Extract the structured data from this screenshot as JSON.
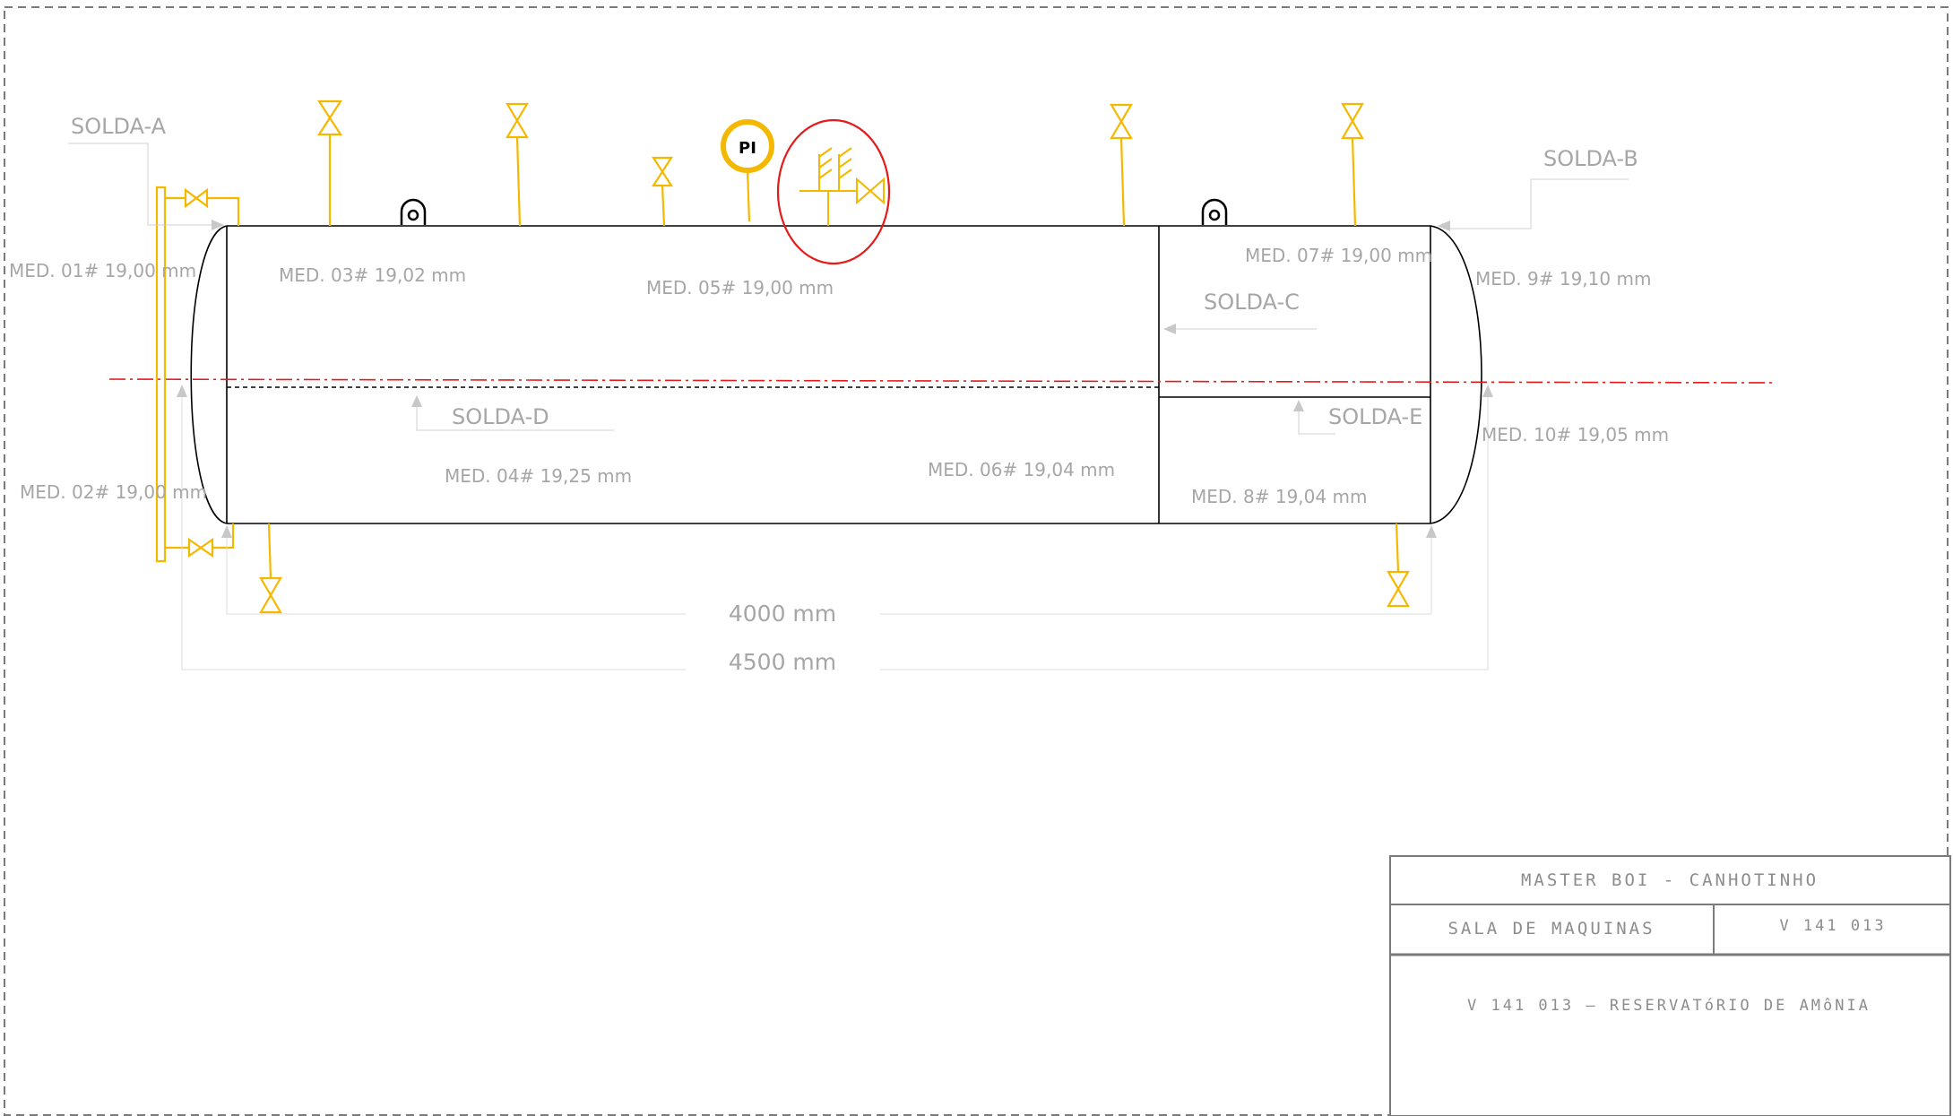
{
  "welds": {
    "a": "SOLDA-A",
    "b": "SOLDA-B",
    "c": "SOLDA-C",
    "d": "SOLDA-D",
    "e": "SOLDA-E"
  },
  "measurements": {
    "m01": "MED. 01# 19,00 mm",
    "m02": "MED. 02# 19,00 mm",
    "m03": "MED. 03# 19,02 mm",
    "m04": "MED. 04# 19,25 mm",
    "m05": "MED. 05# 19,00 mm",
    "m06": "MED. 06# 19,04 mm",
    "m07": "MED. 07# 19,00 mm",
    "m08": "MED. 8# 19,04 mm",
    "m09": "MED. 9# 19,10 mm",
    "m10": "MED. 10# 19,05 mm"
  },
  "dimensions": {
    "inner": "4000 mm",
    "overall": "4500 mm"
  },
  "gauge": {
    "label": "PI"
  },
  "title_block": {
    "client": "MASTER BOI - CANHOTINHO",
    "area": "SALA DE MAQUINAS",
    "tag": "V 141 013",
    "description": "V 141 013 – RESERVATóRIO DE AMôNIA"
  },
  "colors": {
    "valve": "#f5b800",
    "highlight": "#e31b1b",
    "centerline": "#e31b1b",
    "vessel": "#000000",
    "annotation": "#a6a6a6"
  }
}
